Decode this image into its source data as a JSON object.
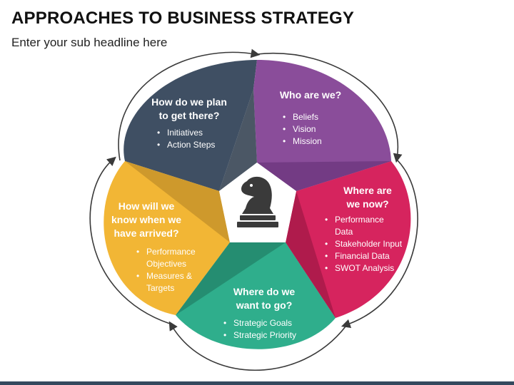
{
  "header": {
    "title": "APPROACHES TO BUSINESS STRATEGY",
    "subtitle": "Enter your sub headline here"
  },
  "center": {
    "icon": "chess-knight-icon"
  },
  "colors": {
    "plan": "#3f4f63",
    "who": "#8a4d9a",
    "where_now": "#d6245e",
    "want": "#2fae8c",
    "arrived": "#f2b635",
    "arrow": "#3a3a3a"
  },
  "segments": {
    "plan": {
      "title_lines": [
        "How do we plan",
        "to get there?"
      ],
      "items": [
        "Initiatives",
        "Action Steps"
      ]
    },
    "who": {
      "title_lines": [
        "Who are we?"
      ],
      "items": [
        "Beliefs",
        "Vision",
        "Mission"
      ]
    },
    "where_now": {
      "title_lines": [
        "Where are",
        "we now?"
      ],
      "items": [
        "Performance",
        "Data",
        "Stakeholder Input",
        "Financial Data",
        "SWOT Analysis"
      ]
    },
    "want": {
      "title_lines": [
        "Where do we",
        "want to go?"
      ],
      "items": [
        "Strategic Goals",
        "Strategic Priority"
      ]
    },
    "arrived": {
      "title_lines": [
        "How will we",
        "know when we",
        "have arrived?"
      ],
      "items": [
        "Performance",
        "Objectives",
        "Measures &",
        "Targets"
      ]
    }
  }
}
